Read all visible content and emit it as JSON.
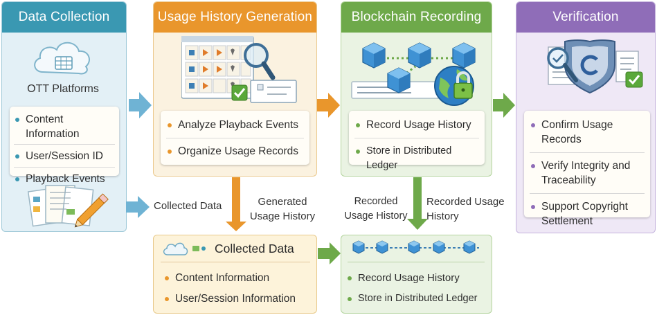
{
  "stages": [
    {
      "title": "Data Collection",
      "source_label": "OTT Platforms",
      "items": [
        "Content Information",
        "User/Session ID",
        "Playback Events"
      ],
      "color": "#3a98b2"
    },
    {
      "title": "Usage History Generation",
      "items": [
        "Analyze Playback Events",
        "Organize Usage Records"
      ],
      "color": "#e9962c"
    },
    {
      "title": "Blockchain Recording",
      "items": [
        "Record Usage History",
        "Store in Distributed Ledger"
      ],
      "color": "#6ea94a"
    },
    {
      "title": "Verification",
      "items": [
        "Confirm Usage Records",
        "Verify Integrity and Traceability",
        "Support Copyright Settlement"
      ],
      "color": "#8f6db8"
    }
  ],
  "flow_labels": {
    "collected_data": "Collected Data",
    "generated_usage_history": "Generated Usage History",
    "recorded_usage_history_left": "Recorded Usage History",
    "recorded_usage_history_right": "Recorded Usage History"
  },
  "collected_box": {
    "title": "Collected Data",
    "items": [
      "Content Information",
      "User/Session Information"
    ]
  },
  "ledger_box": {
    "items": [
      "Record Usage History",
      "Store in Distributed Ledger"
    ]
  },
  "icons": [
    "cloud-icon",
    "document-pencil-icon",
    "data-table-icon",
    "magnifier-icon",
    "checkmark-icon",
    "blockchain-cubes-icon",
    "globe-lock-icon",
    "shield-icon",
    "document-check-icon"
  ]
}
